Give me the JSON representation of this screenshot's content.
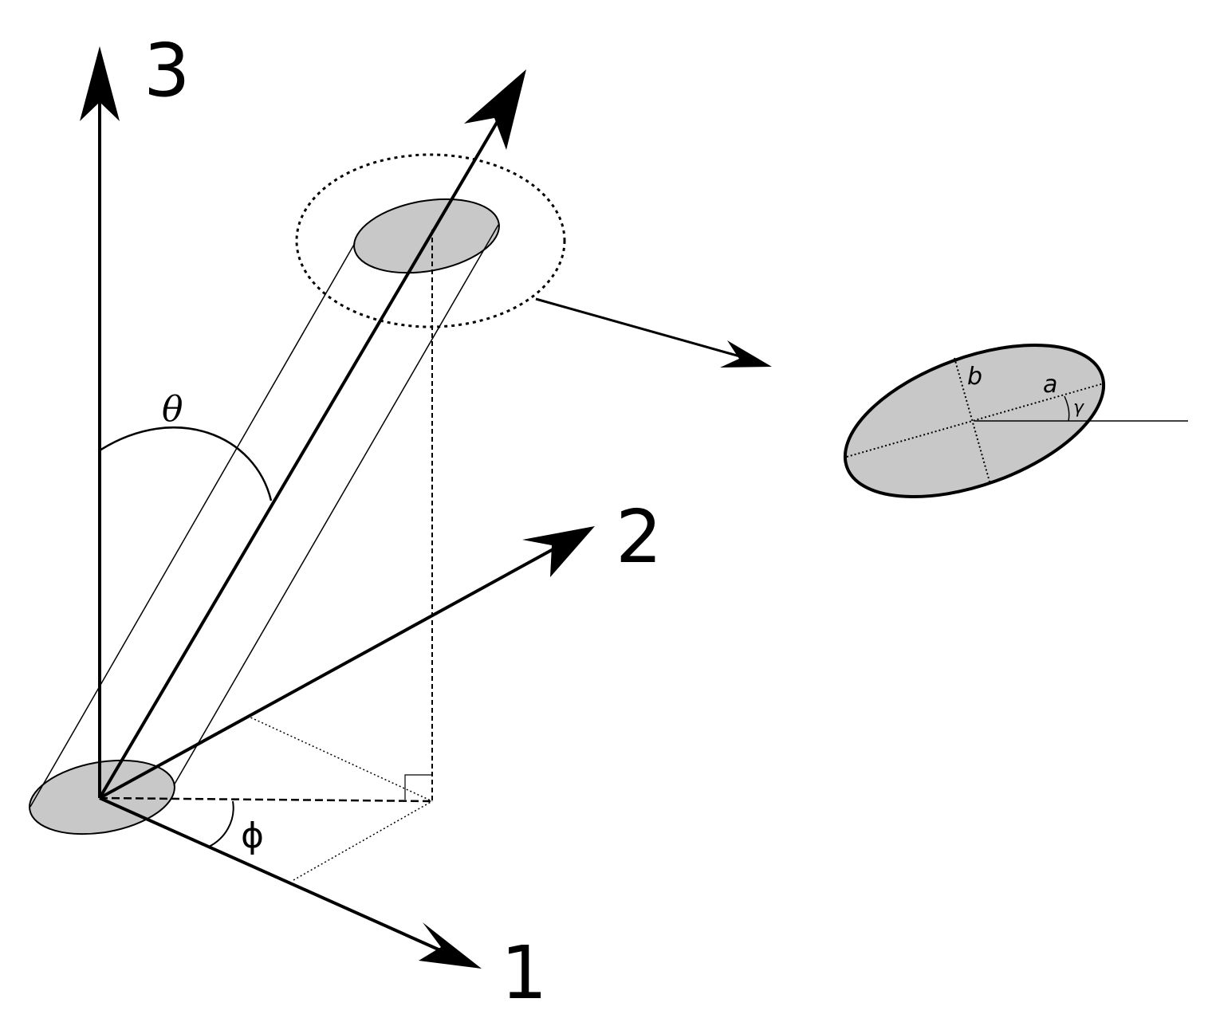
{
  "axes": {
    "axis1_label": "1",
    "axis2_label": "2",
    "axis3_label": "3"
  },
  "angles": {
    "theta": "θ",
    "phi": "ϕ",
    "gamma": "γ"
  },
  "ellipse_labels": {
    "a": "a",
    "b": "b"
  },
  "colors": {
    "stroke": "#000000",
    "ellipse_fill": "#c8c8c8",
    "background": "#ffffff"
  }
}
